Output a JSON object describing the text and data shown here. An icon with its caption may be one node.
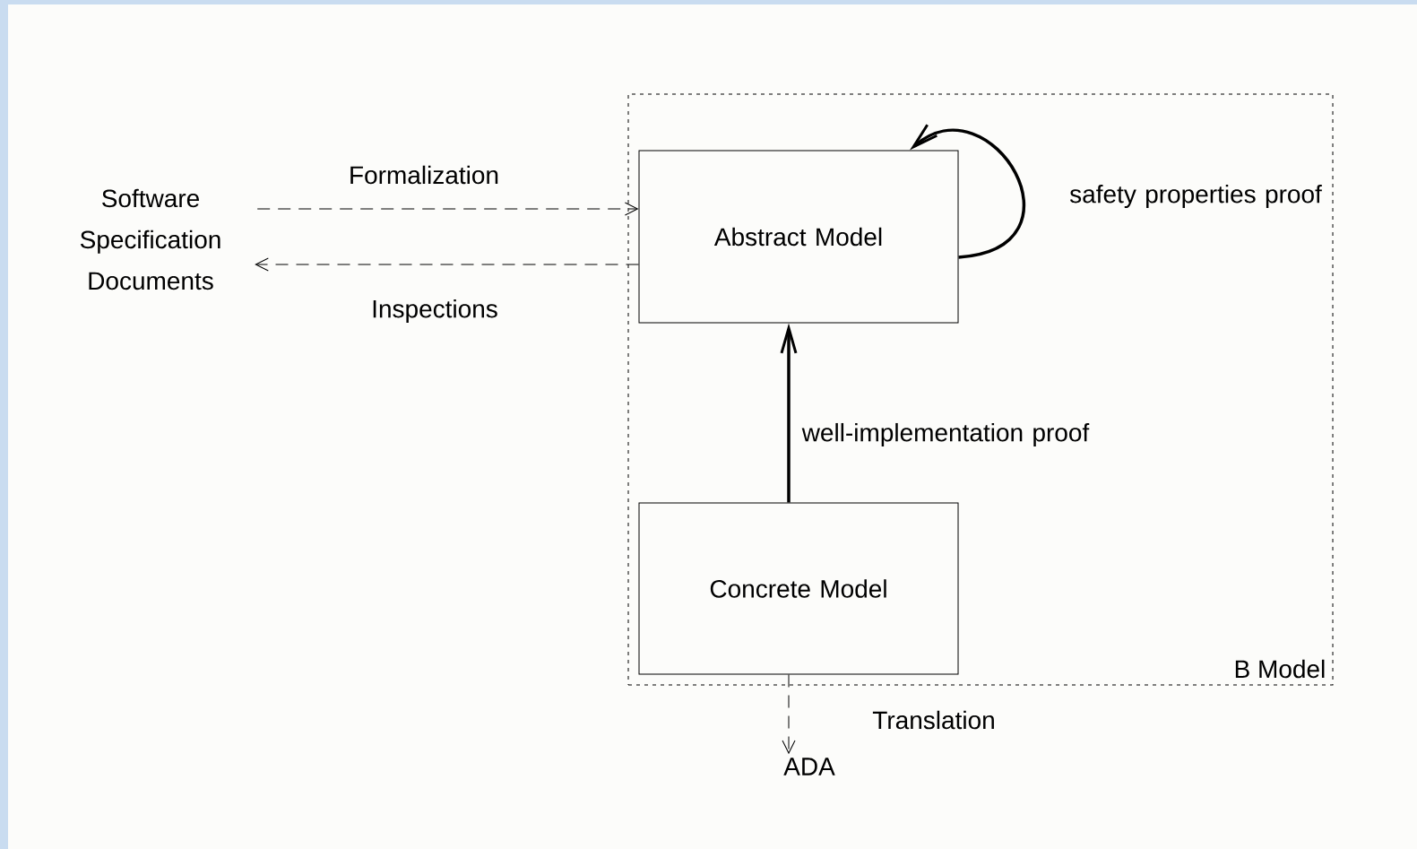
{
  "diagram": {
    "nodes": [
      {
        "text": [
          "Software Specification Documents"
        ]
      },
      {
        "text": [
          "B Model"
        ]
      },
      {
        "text": [
          "Abstract Model"
        ],
        "in": 1
      },
      {
        "text": [
          "Concrete Model"
        ],
        "in": 1
      },
      {
        "text": [
          "ADA"
        ]
      }
    ],
    "edges": [
      {
        "from": 0,
        "to": 2,
        "arrow": "to",
        "style": "dashed",
        "label": "Formalization"
      },
      {
        "from": 2,
        "to": 0,
        "arrow": "to",
        "style": "dashed",
        "label": "Inspections"
      },
      {
        "from": 2,
        "to": 2,
        "arrow": "to",
        "style": "thick",
        "label": "safety properties proof"
      },
      {
        "from": 3,
        "to": 2,
        "arrow": "to",
        "style": "thick",
        "label": "well-implementation proof"
      },
      {
        "from": 3,
        "to": 4,
        "arrow": "to",
        "style": "dashed",
        "label": "Translation"
      }
    ]
  }
}
